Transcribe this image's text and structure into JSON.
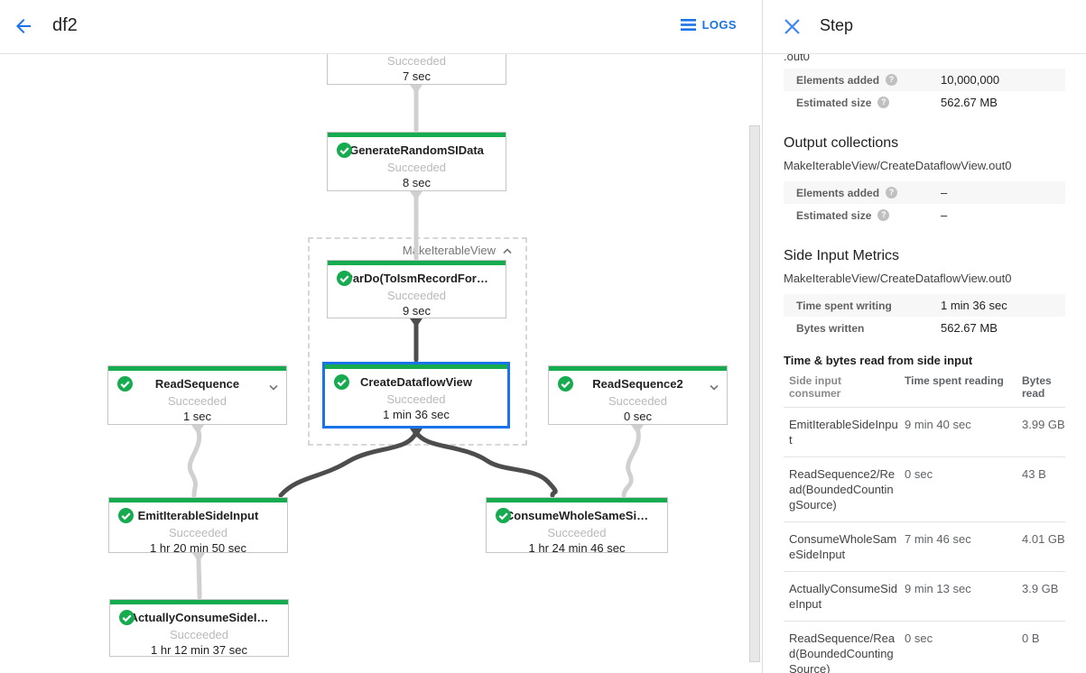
{
  "colors": {
    "success_green": "#17ab50",
    "selection_blue": "#1a73e8",
    "edge_light": "#d0d0d0",
    "edge_dark": "#4d4d4d"
  },
  "header": {
    "title": "df2",
    "logs_label": "LOGS"
  },
  "graph": {
    "group_label": "MakeIterableView",
    "nodes": [
      {
        "title": "",
        "status": "Succeeded",
        "time": "7 sec"
      },
      {
        "title": "GenerateRandomSIData",
        "status": "Succeeded",
        "time": "8 sec"
      },
      {
        "title": "ParDo(ToIsmRecordFor…",
        "status": "Succeeded",
        "time": "9 sec"
      },
      {
        "title": "ReadSequence",
        "status": "Succeeded",
        "time": "1 sec"
      },
      {
        "title": "CreateDataflowView",
        "status": "Succeeded",
        "time": "1 min 36 sec"
      },
      {
        "title": "ReadSequence2",
        "status": "Succeeded",
        "time": "0 sec"
      },
      {
        "title": "EmitIterableSideInput",
        "status": "Succeeded",
        "time": "1 hr 20 min 50 sec"
      },
      {
        "title": "ConsumeWholeSameSi…",
        "status": "Succeeded",
        "time": "1 hr 24 min 46 sec"
      },
      {
        "title": "ActuallyConsumeSideI…",
        "status": "Succeeded",
        "time": "1 hr 12 min 37 sec"
      }
    ]
  },
  "panel": {
    "title": "Step",
    "clipped_collection_suffix": ".out0",
    "top_metrics": [
      {
        "label": "Elements added",
        "value": "10,000,000"
      },
      {
        "label": "Estimated size",
        "value": "562.67 MB"
      }
    ],
    "output_collections": {
      "heading": "Output collections",
      "collection": "MakeIterableView/CreateDataflowView.out0",
      "metrics": [
        {
          "label": "Elements added",
          "value": "–"
        },
        {
          "label": "Estimated size",
          "value": "–"
        }
      ]
    },
    "side_input_metrics": {
      "heading": "Side Input Metrics",
      "collection": "MakeIterableView/CreateDataflowView.out0",
      "metrics": [
        {
          "label": "Time spent writing",
          "value": "1 min 36 sec"
        },
        {
          "label": "Bytes written",
          "value": "562.67 MB"
        }
      ]
    },
    "side_table": {
      "heading": "Time & bytes read from side input",
      "columns": [
        "Side input consumer",
        "Time spent reading",
        "Bytes read"
      ],
      "rows": [
        {
          "consumer": "EmitIterableSideInput",
          "time": "9 min 40 sec",
          "bytes": "3.99 GB"
        },
        {
          "consumer": "ReadSequence2/Read(BoundedCountingSource)",
          "time": "0 sec",
          "bytes": "43 B"
        },
        {
          "consumer": "ConsumeWholeSameSideInput",
          "time": "7 min 46 sec",
          "bytes": "4.01 GB"
        },
        {
          "consumer": "ActuallyConsumeSideInput",
          "time": "9 min 13 sec",
          "bytes": "3.9 GB"
        },
        {
          "consumer": "ReadSequence/Read(BoundedCountingSource)",
          "time": "0 sec",
          "bytes": "0 B"
        }
      ]
    }
  }
}
